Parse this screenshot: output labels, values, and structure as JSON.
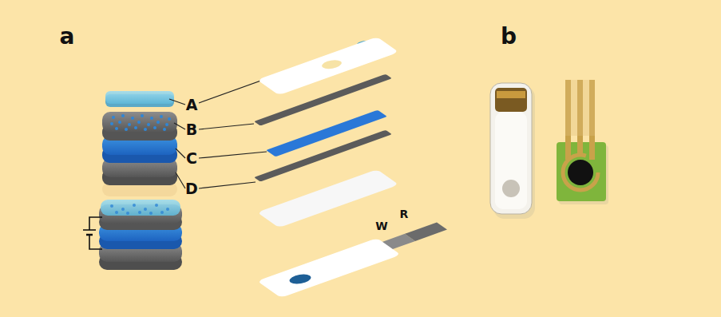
{
  "diagram": {
    "labels": [
      "a",
      "A",
      "B",
      "C",
      "D",
      "W",
      "R",
      "b"
    ]
  }
}
